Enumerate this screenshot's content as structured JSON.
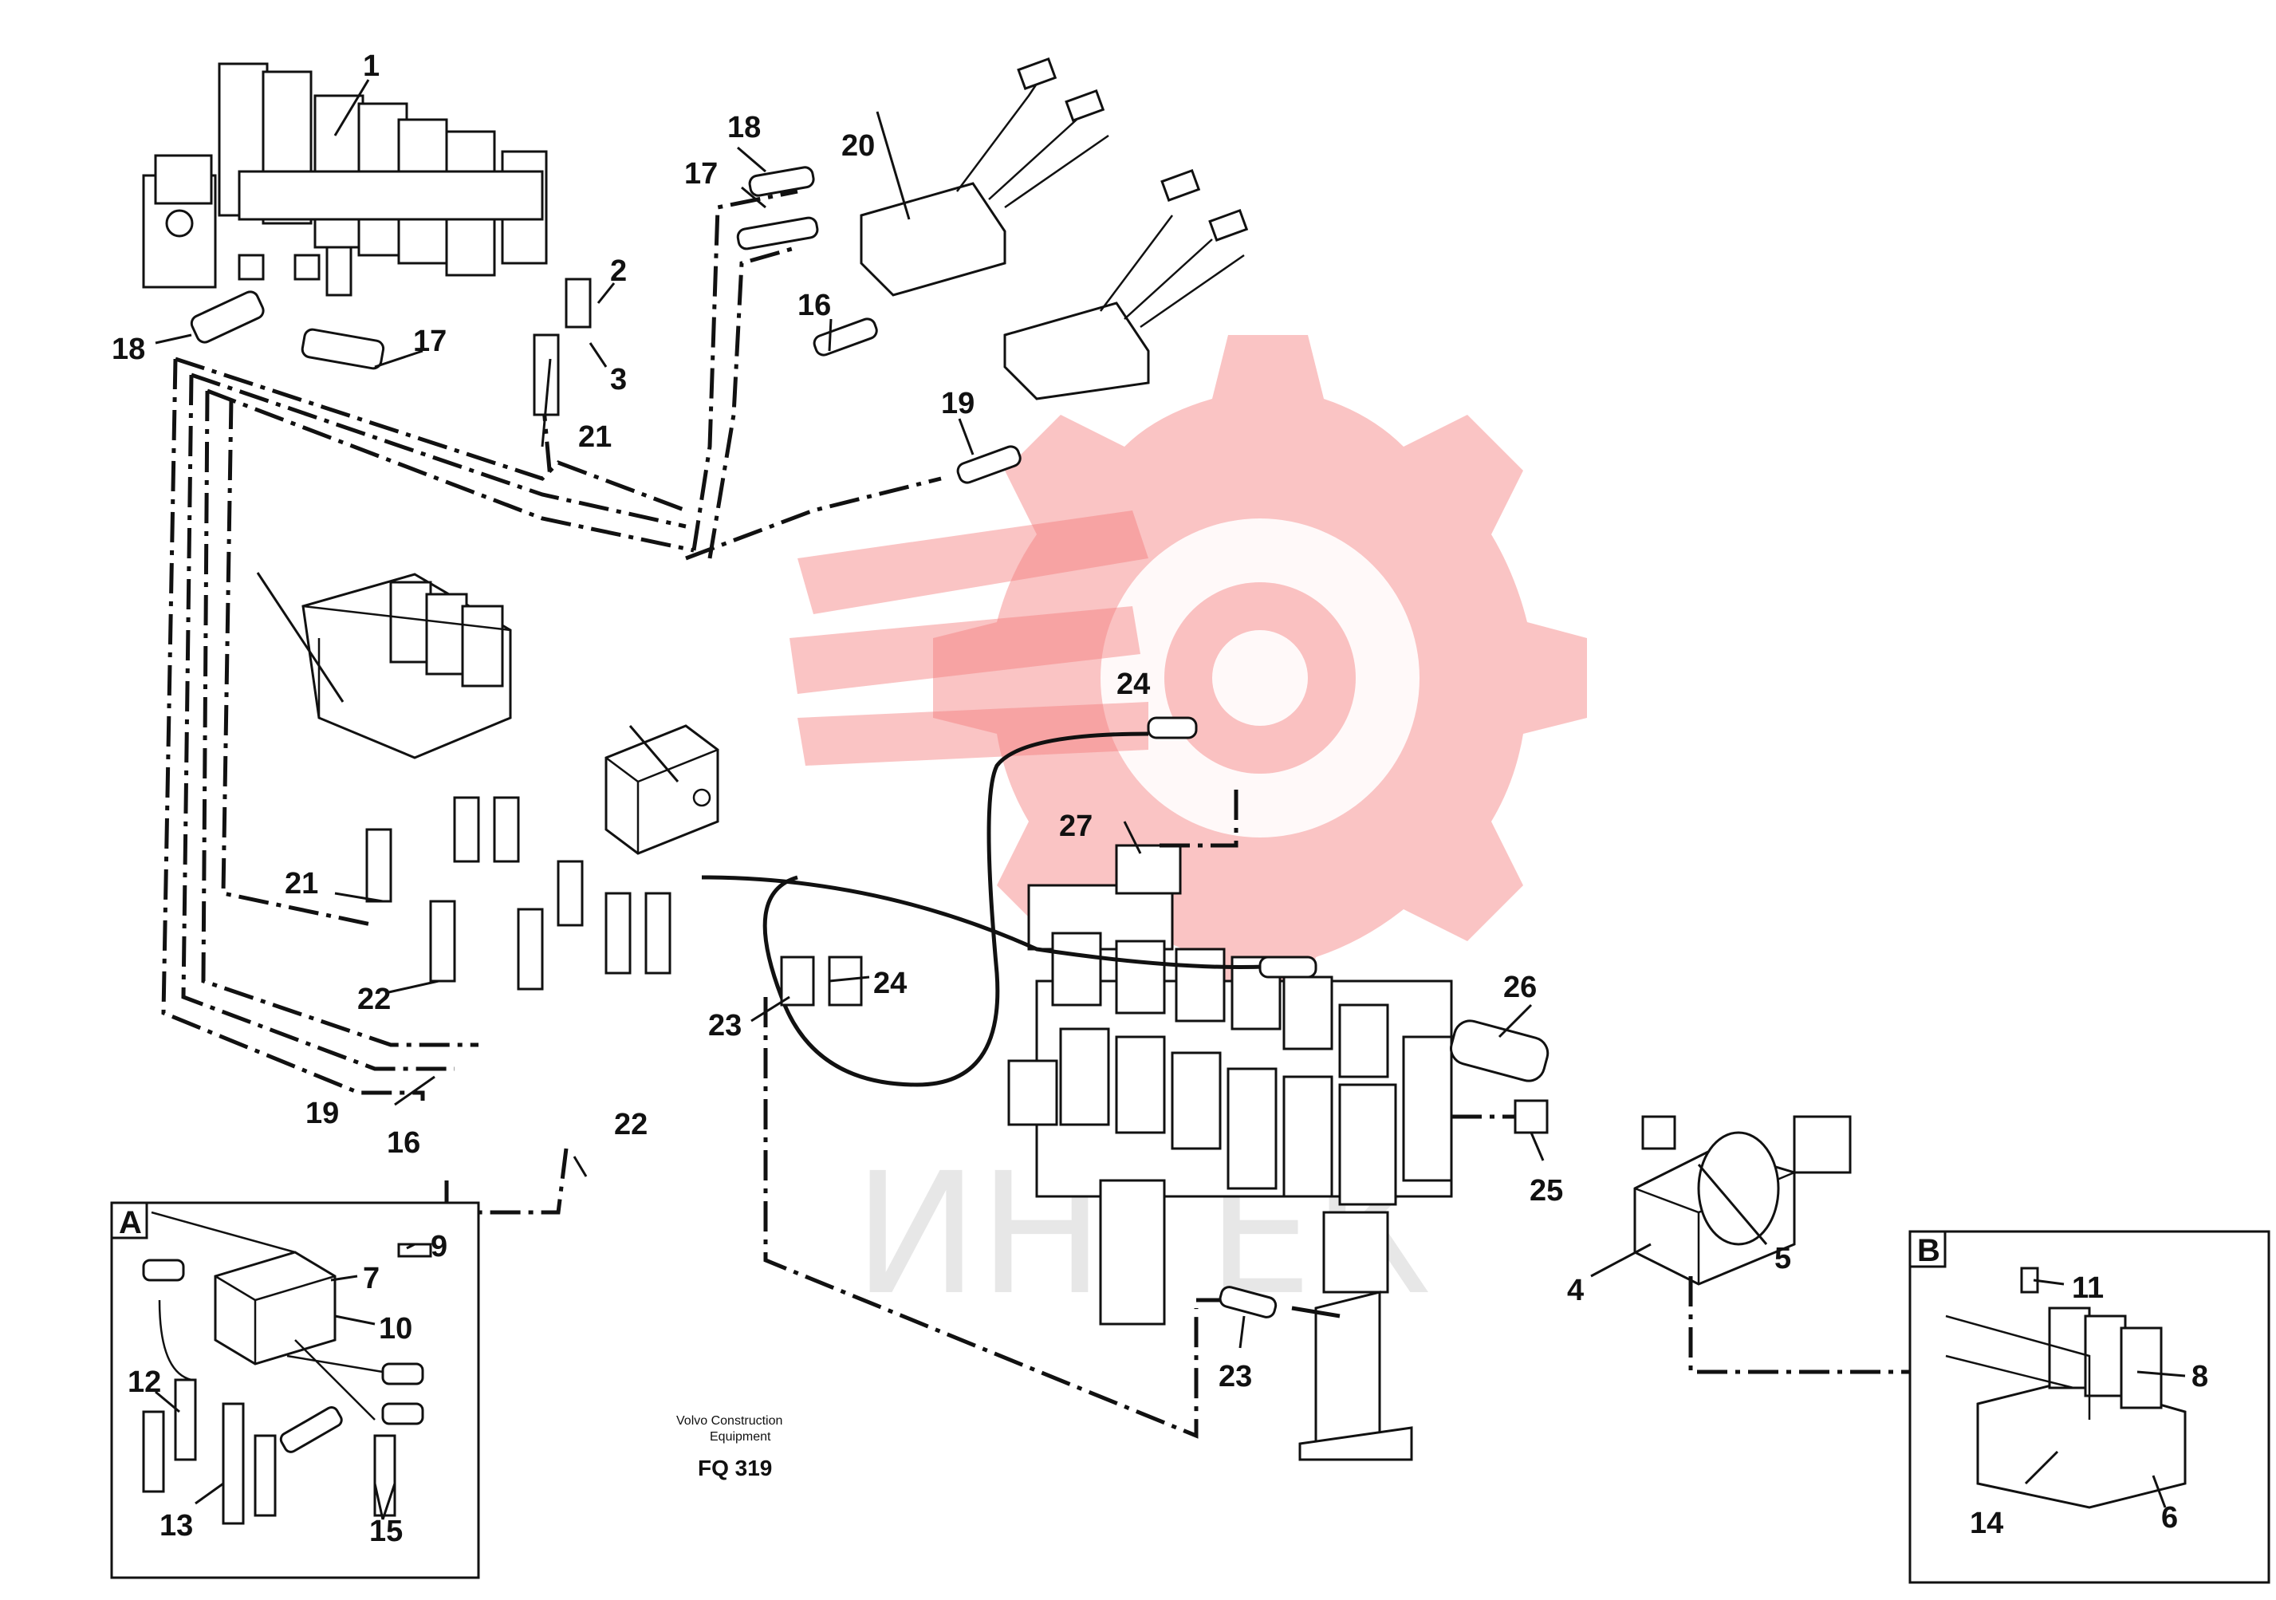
{
  "callouts": [
    "1",
    "2",
    "3",
    "4",
    "5",
    "6",
    "7",
    "8",
    "9",
    "10",
    "11",
    "12",
    "13",
    "14",
    "15",
    "16",
    "17",
    "18",
    "19",
    "20",
    "21",
    "22",
    "23",
    "24",
    "25",
    "26",
    "27"
  ],
  "detail_labels": {
    "a": "A",
    "b": "B"
  },
  "caption": {
    "line1": "Volvo Construction",
    "line2": "Equipment"
  },
  "figure_code": "FQ 319",
  "watermark": {
    "text": "ИНТЕК",
    "color": "#f47c7c"
  }
}
